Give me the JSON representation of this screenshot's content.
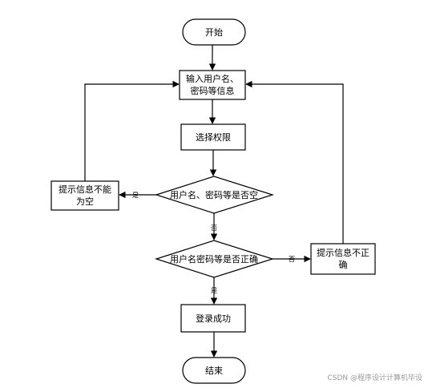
{
  "flowchart": {
    "start": "开始",
    "input_line1": "输入用户名、",
    "input_line2": "密码等信息",
    "select": "选择权限",
    "check_empty": "用户名、密码等是否空",
    "empty_msg_line1": "提示信息不能",
    "empty_msg_line2": "为空",
    "check_correct": "用户名密码等是否正确",
    "wrong_msg_line1": "提示信息不正",
    "wrong_msg_line2": "确",
    "success": "登录成功",
    "end": "结束",
    "edge_yes_empty": "是",
    "edge_no_empty": "否",
    "edge_no_correct": "否",
    "edge_yes_correct": "是"
  },
  "watermark": "CSDN @程序设计计算机毕设"
}
